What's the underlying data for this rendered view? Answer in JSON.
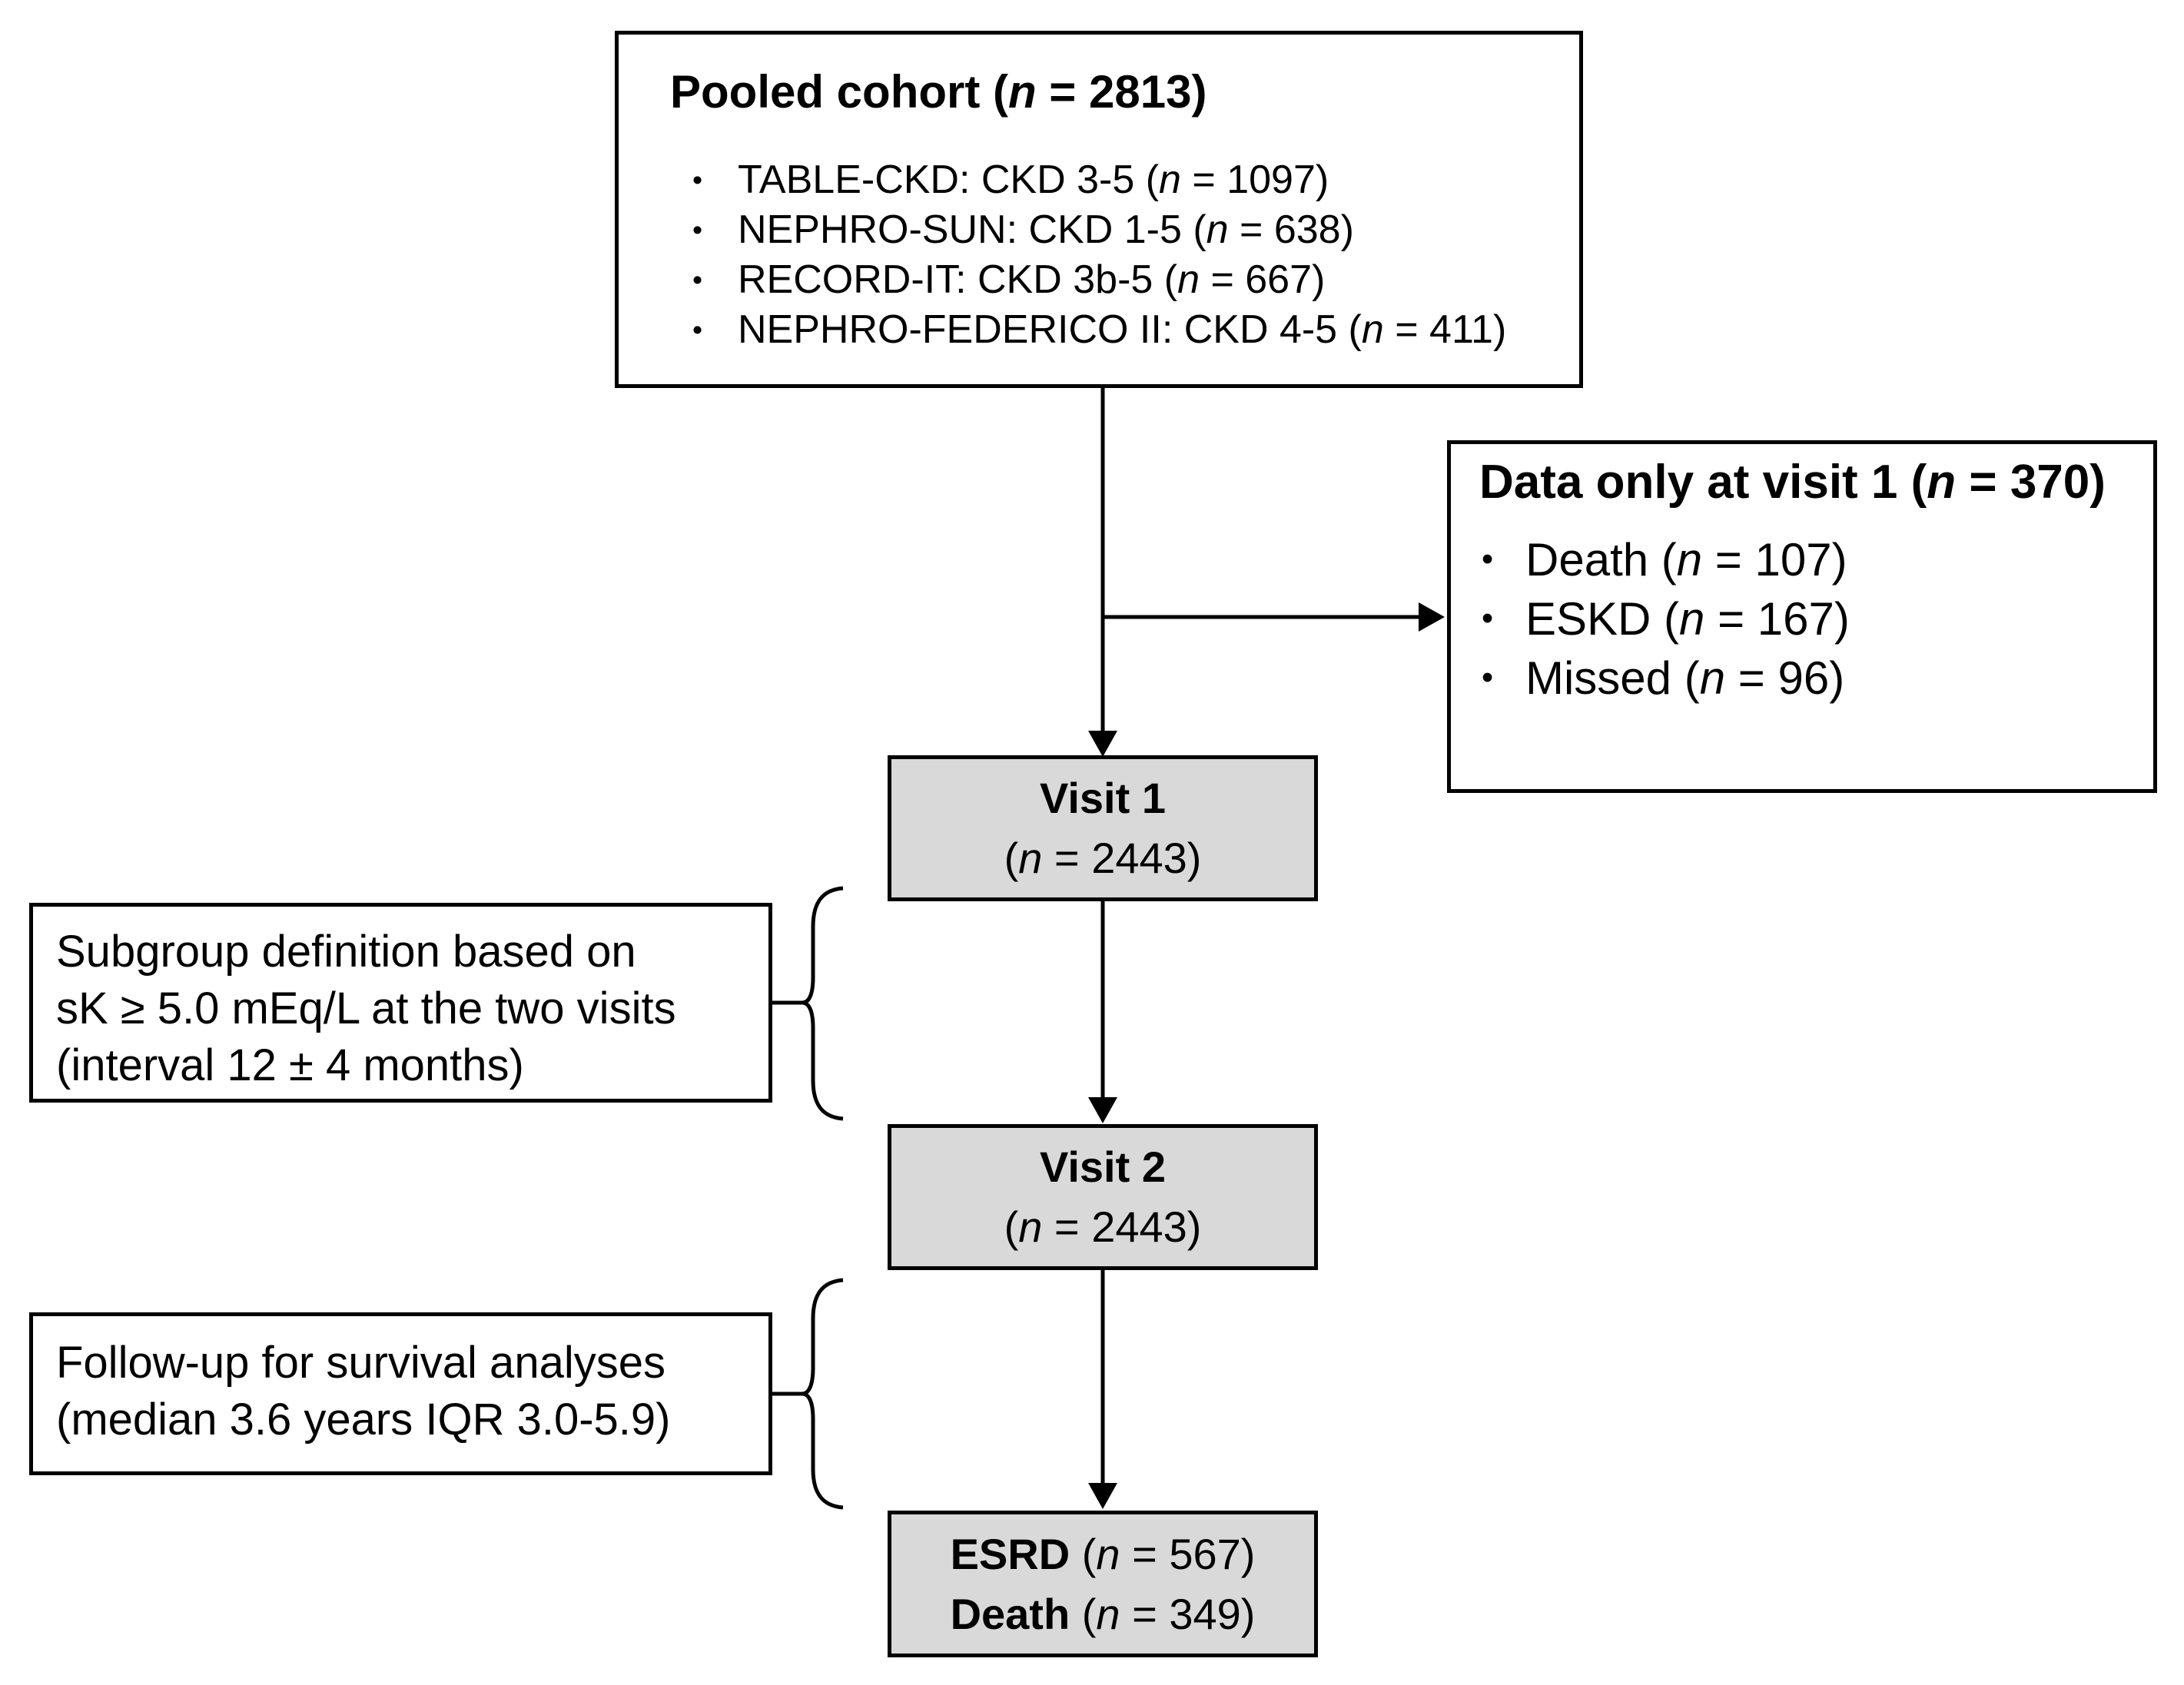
{
  "colors": {
    "background": "#FFFFFF",
    "box_border": "#000000",
    "gray_box_fill": "#D9D9D9",
    "text": "#000000"
  },
  "pooled_box": {
    "title_parts": [
      {
        "t": "Pooled cohort ("
      },
      {
        "t": "n",
        "i": true
      },
      {
        "t": " = 2813)"
      }
    ],
    "bullets": [
      [
        {
          "t": "TABLE-CKD: CKD 3-5 ("
        },
        {
          "t": "n",
          "i": true
        },
        {
          "t": " = 1097)"
        }
      ],
      [
        {
          "t": "NEPHRO-SUN: CKD 1-5 ("
        },
        {
          "t": "n",
          "i": true
        },
        {
          "t": " = 638)"
        }
      ],
      [
        {
          "t": "RECORD-IT: CKD 3b-5 ("
        },
        {
          "t": "n",
          "i": true
        },
        {
          "t": " = 667)"
        }
      ],
      [
        {
          "t": "NEPHRO-FEDERICO II: CKD 4-5 ("
        },
        {
          "t": "n",
          "i": true
        },
        {
          "t": " = 411)"
        }
      ]
    ]
  },
  "exclusion_box": {
    "title_parts": [
      {
        "t": "Data only at visit 1 ("
      },
      {
        "t": "n",
        "i": true
      },
      {
        "t": " = 370)"
      }
    ],
    "bullets": [
      [
        {
          "t": "Death ("
        },
        {
          "t": "n",
          "i": true
        },
        {
          "t": " = 107)"
        }
      ],
      [
        {
          "t": "ESKD ("
        },
        {
          "t": "n",
          "i": true
        },
        {
          "t": " = 167)"
        }
      ],
      [
        {
          "t": "Missed ("
        },
        {
          "t": "n",
          "i": true
        },
        {
          "t": " = 96)"
        }
      ]
    ]
  },
  "visit1_box": {
    "title": "Visit 1",
    "count_parts": [
      {
        "t": "("
      },
      {
        "t": "n",
        "i": true
      },
      {
        "t": " = 2443)"
      }
    ]
  },
  "visit2_box": {
    "title": "Visit 2",
    "count_parts": [
      {
        "t": "("
      },
      {
        "t": "n",
        "i": true
      },
      {
        "t": " = 2443)"
      }
    ]
  },
  "outcome_box": {
    "line1_parts": [
      {
        "t": "ESRD",
        "b": true
      },
      {
        "t": " ("
      },
      {
        "t": "n",
        "i": true
      },
      {
        "t": " = 567)"
      }
    ],
    "line2_parts": [
      {
        "t": "Death",
        "b": true
      },
      {
        "t": " ("
      },
      {
        "t": "n",
        "i": true
      },
      {
        "t": " = 349)"
      }
    ]
  },
  "subgroup_note": {
    "lines": [
      "Subgroup definition based on",
      "sK ≥ 5.0 mEq/L at the two visits",
      "(interval 12 ± 4 months)"
    ]
  },
  "followup_note": {
    "lines": [
      "Follow-up for survival analyses",
      "(median 3.6 years IQR 3.0-5.9)"
    ]
  }
}
